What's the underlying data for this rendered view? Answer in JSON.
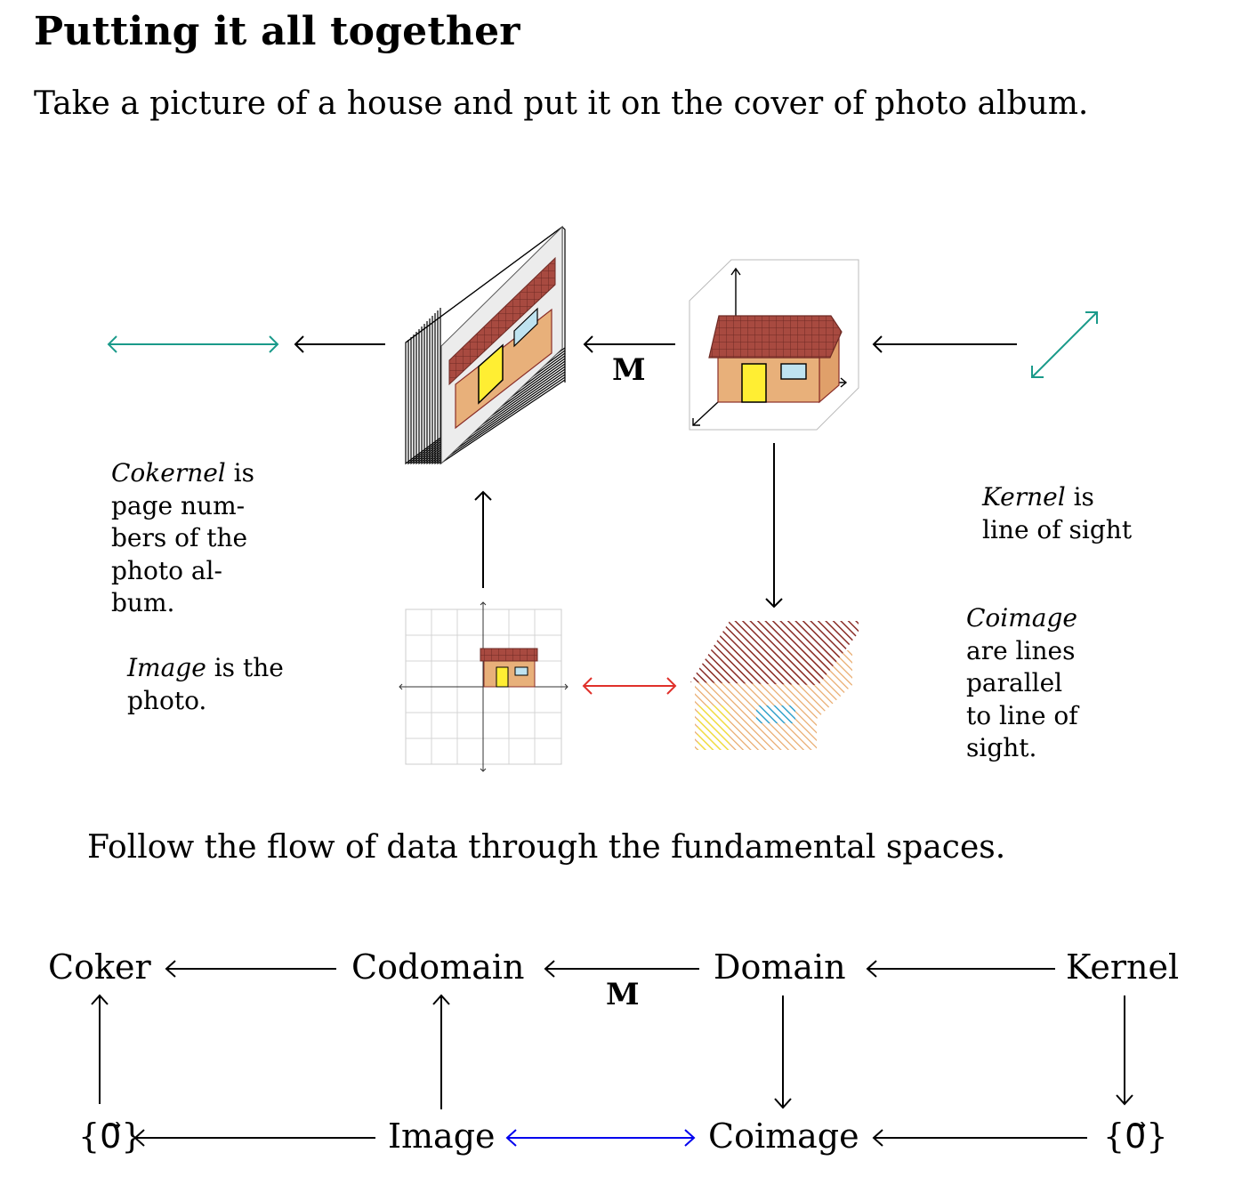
{
  "title": "Putting it all together",
  "subtitle": "Take a picture of a house and put it on the cover of photo album.",
  "illustration": {
    "map_label": "M",
    "notes": {
      "cokernel": {
        "term": "Cokernel",
        "lines": [
          " is",
          "page num-",
          "bers of the",
          "photo al-",
          "bum."
        ]
      },
      "image": {
        "term": "Image",
        "lines": [
          " is the",
          "photo."
        ]
      },
      "kernel": {
        "term": "Kernel",
        "lines": [
          " is",
          "line of sight"
        ]
      },
      "coimage": {
        "term": "Coimage",
        "lines": [
          "are lines",
          "parallel",
          "to line of",
          "sight."
        ]
      }
    },
    "colors": {
      "teal": "#1a9a8a",
      "red_arrow": "#e0302a",
      "roof": "#a0403a",
      "wall": "#e8b07a",
      "door": "#ffee33",
      "window": "#bfe3f0",
      "coimage_window": "#1aa0d8"
    }
  },
  "flow_caption": "Follow the flow of data through the fundamental spaces.",
  "flow_diagram": {
    "top_row": [
      "Coker",
      "Codomain",
      "Domain",
      "Kernel"
    ],
    "bottom_row": [
      "{0⃗}",
      "Image",
      "Coimage",
      "{0⃗}"
    ],
    "map_label": "M",
    "colors": {
      "bidirectional": "#0000ee"
    }
  }
}
